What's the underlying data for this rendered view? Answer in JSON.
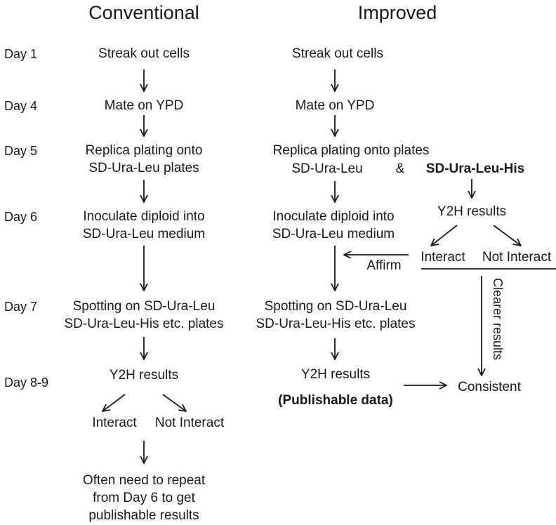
{
  "headers": {
    "conventional": "Conventional",
    "improved": "Improved"
  },
  "days": [
    "Day 1",
    "Day 4",
    "Day 5",
    "Day 6",
    "Day 7",
    "Day 8-9"
  ],
  "conventional": {
    "s1": "Streak out cells",
    "s2": "Mate on YPD",
    "s3a": "Replica plating onto",
    "s3b": "SD-Ura-Leu plates",
    "s4a": "Inoculate diploid into",
    "s4b": "SD-Ura-Leu medium",
    "s5a": "Spotting on SD-Ura-Leu",
    "s5b": "SD-Ura-Leu-His etc. plates",
    "s6": "Y2H results",
    "interact": "Interact",
    "not_interact": "Not Interact",
    "s7a": "Often need to repeat",
    "s7b": "from Day 6 to get",
    "s7c": "publishable results"
  },
  "improved": {
    "s1": "Streak out cells",
    "s2": "Mate on YPD",
    "s3a": "Replica plating onto plates",
    "s3b": "SD-Ura-Leu",
    "amp": "&",
    "s3c": "SD-Ura-Leu-His",
    "y2h_side": "Y2H results",
    "interact": "Interact",
    "not_interact": "Not Interact",
    "affirm": "Affirm",
    "clearer": "Clearer results",
    "s4a": "Inoculate diploid into",
    "s4b": "SD-Ura-Leu medium",
    "s5a": "Spotting on SD-Ura-Leu",
    "s5b": "SD-Ura-Leu-His etc. plates",
    "s6": "Y2H results",
    "publishable": "(Publishable data)",
    "consistent": "Consistent"
  }
}
